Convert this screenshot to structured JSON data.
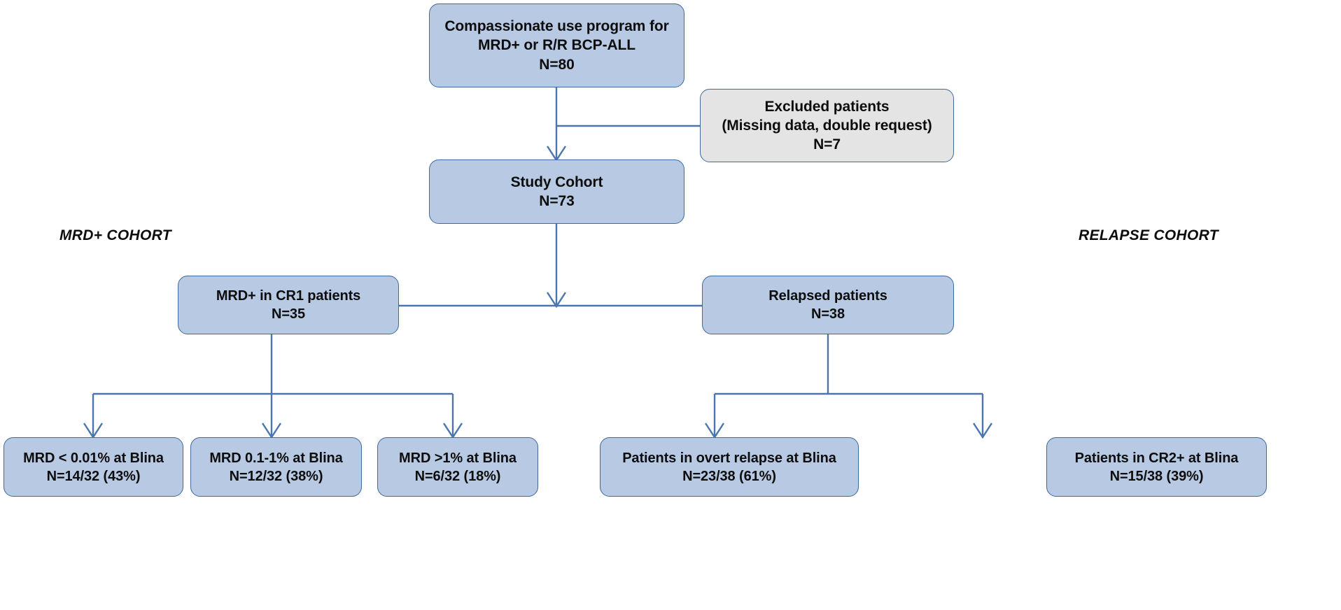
{
  "diagram": {
    "title": "Patient flow diagram",
    "colors": {
      "box_fill_primary": "#b7c9e3",
      "box_fill_excluded": "#e4e4e4",
      "box_border": "#41699b",
      "connector": "#4a76ad",
      "text": "#0d0d0d",
      "background": "#ffffff"
    },
    "captions": {
      "left": "MRD+ COHORT",
      "right": "RELAPSE COHORT"
    },
    "nodes": {
      "source": {
        "line1": "Compassionate use program for",
        "line2": "MRD+ or R/R BCP-ALL",
        "line3": "N=80"
      },
      "excluded": {
        "line1": "Excluded patients",
        "line2": "(Missing data, double request)",
        "line3": "N=7"
      },
      "cohort": {
        "line1": "Study Cohort",
        "line2": "N=73"
      },
      "mrd_cr1": {
        "line1": "MRD+ in CR1 patients",
        "line2": "N=35"
      },
      "relapsed": {
        "line1": "Relapsed patients",
        "line2": "N=38"
      },
      "mrd_lt001": {
        "line1": "MRD < 0.01% at Blina",
        "line2": "N=14/32 (43%)"
      },
      "mrd_01to1": {
        "line1": "MRD 0.1-1% at Blina",
        "line2": "N=12/32 (38%)"
      },
      "mrd_gt1": {
        "line1": "MRD >1% at Blina",
        "line2": "N=6/32 (18%)"
      },
      "overt_relapse": {
        "line1": "Patients in overt relapse at Blina",
        "line2": "N=23/38 (61%)"
      },
      "cr2plus": {
        "line1": "Patients in CR2+ at Blina",
        "line2": "N=15/38 (39%)"
      }
    }
  }
}
